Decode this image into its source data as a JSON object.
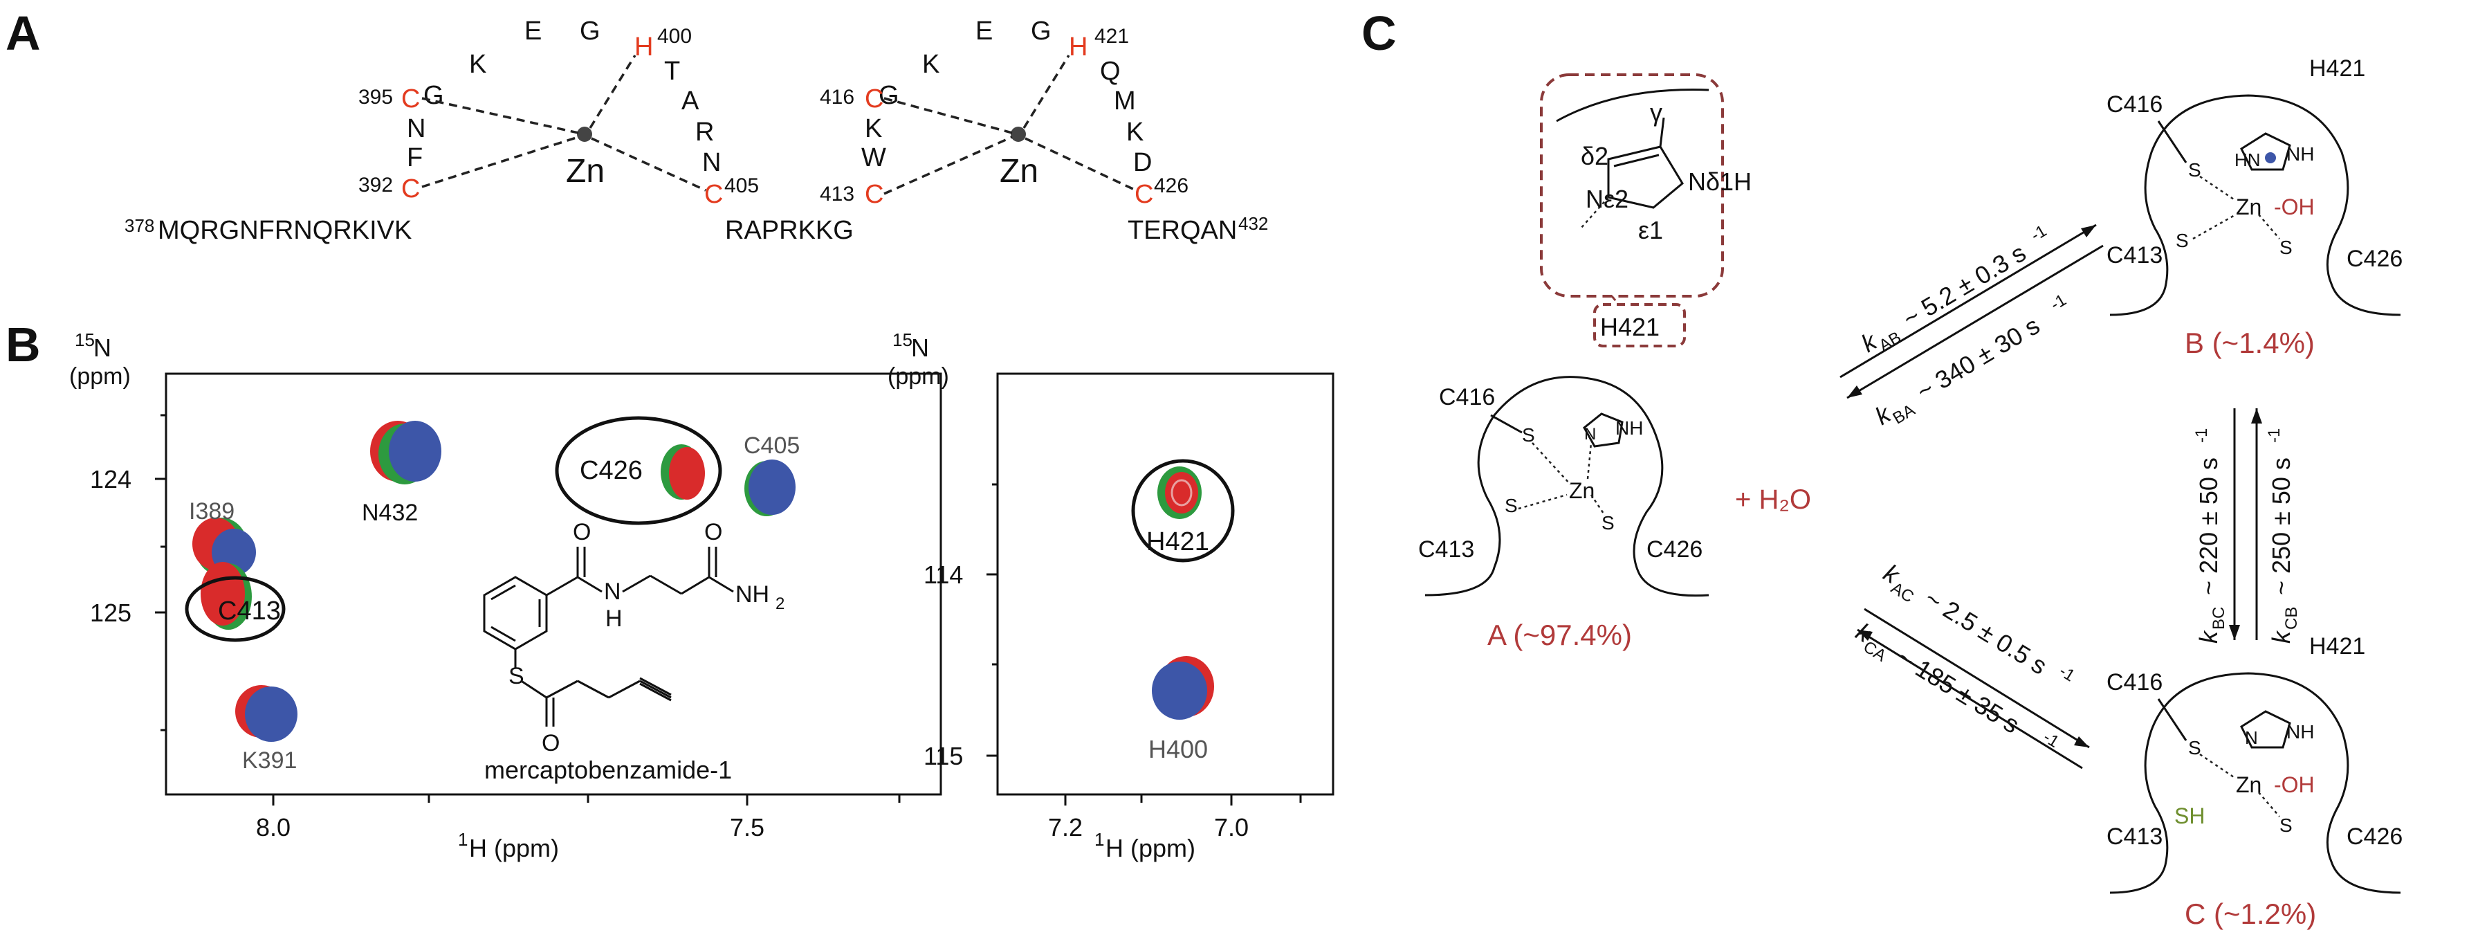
{
  "panels": {
    "a": "A",
    "b": "B",
    "c": "C"
  },
  "panel_a": {
    "top_left": [
      "G",
      "K",
      "E",
      "G"
    ],
    "h400": "H",
    "h400_num": "400",
    "col_left": [
      "N",
      "F"
    ],
    "c395": "C",
    "c395_num": "395",
    "c392": "C",
    "c392_num": "392",
    "tarn": [
      "T",
      "A",
      "R",
      "N"
    ],
    "c405": "C",
    "c405_num": "405",
    "zn": "Zn",
    "seq_left_num": "378",
    "seq_left": "MQRGNFRNQRKIVK",
    "seq_mid": "RAPRKKG",
    "top_right": [
      "G",
      "K",
      "E",
      "G"
    ],
    "h421": "H",
    "h421_num": "421",
    "col_mid": [
      "K",
      "W"
    ],
    "c416": "C",
    "c416_num": "416",
    "c413": "C",
    "c413_num": "413",
    "qmkd": [
      "Q",
      "M",
      "K",
      "D"
    ],
    "c426": "C",
    "c426_num": "426",
    "seq_right": "TERQAN",
    "seq_right_num": "432"
  },
  "panel_b_left": {
    "y_axis": {
      "sup": "15",
      "label": "N",
      "unit": "(ppm)"
    },
    "y_ticks": [
      "124",
      "125"
    ],
    "x_ticks": [
      "8.0",
      "7.5"
    ],
    "x_label": {
      "sup": "1",
      "rest": "H (ppm)"
    },
    "peaks": [
      "I389",
      "N432",
      "C426",
      "C405",
      "C413",
      "K391"
    ],
    "molecule": {
      "o1": "O",
      "o2": "O",
      "o3": "O",
      "nh1": "N",
      "h1": "H",
      "nh2": "NH",
      "nh2_sub": "2",
      "s": "S",
      "name": "mercaptobenzamide-1"
    }
  },
  "panel_b_right": {
    "y_axis": {
      "sup": "15",
      "label": "N",
      "unit": "(ppm)"
    },
    "y_ticks": [
      "114",
      "115"
    ],
    "x_ticks": [
      "7.2",
      "7.0"
    ],
    "x_label": {
      "sup": "1",
      "rest": "H (ppm)"
    },
    "peaks": [
      "H421",
      "H400"
    ]
  },
  "panel_c": {
    "inset": {
      "d2": "δ2",
      "gamma": "γ",
      "ne2": "Nε2",
      "nd1": "Nδ1H",
      "e1": "ε1"
    },
    "h421_box": "H421",
    "state_a": {
      "c416": "C416",
      "c413": "C413",
      "c426": "C426",
      "zn": "Zn",
      "s1": "S",
      "s2": "S",
      "s3": "S",
      "hn": "N",
      "nh": "NH",
      "label": "A (~97.4%)"
    },
    "water": "+ H₂O",
    "state_b": {
      "c416": "C416",
      "c413": "C413",
      "c426": "C426",
      "h421": "H421",
      "zn": "Zn",
      "oh": "-OH",
      "s1": "S",
      "s2": "S",
      "s3": "S",
      "hn": "HN",
      "nh": "NH",
      "label": "B (~1.4%)"
    },
    "state_c": {
      "c416": "C416",
      "c413": "C413",
      "c426": "C426",
      "h421": "H421",
      "zn": "Zn",
      "oh": "-OH",
      "sh": "SH",
      "s1": "S",
      "s2": "S",
      "hn": "N",
      "nh": "NH",
      "label": "C (~1.2%)"
    },
    "rates": {
      "kab": "k",
      "kab_sub": "AB",
      "kab_val": "~ 5.2 ± 0.3 s",
      "kab_exp": "-1",
      "kba": "k",
      "kba_sub": "BA",
      "kba_val": "~ 340 ± 30 s",
      "kba_exp": "-1",
      "kac": "k",
      "kac_sub": "AC",
      "kac_val": "~ 2.5 ± 0.5 s",
      "kac_exp": "-1",
      "kca": "k",
      "kca_sub": "CA",
      "kca_val": "~ 185 ± 35 s",
      "kca_exp": "-1",
      "kbc": "k",
      "kbc_sub": "BC",
      "kbc_val": "~ 220 ± 50 s",
      "kbc_exp": "-1",
      "kcb": "k",
      "kcb_sub": "CB",
      "kcb_val": "~ 250 ± 50 s",
      "kcb_exp": "-1"
    }
  }
}
